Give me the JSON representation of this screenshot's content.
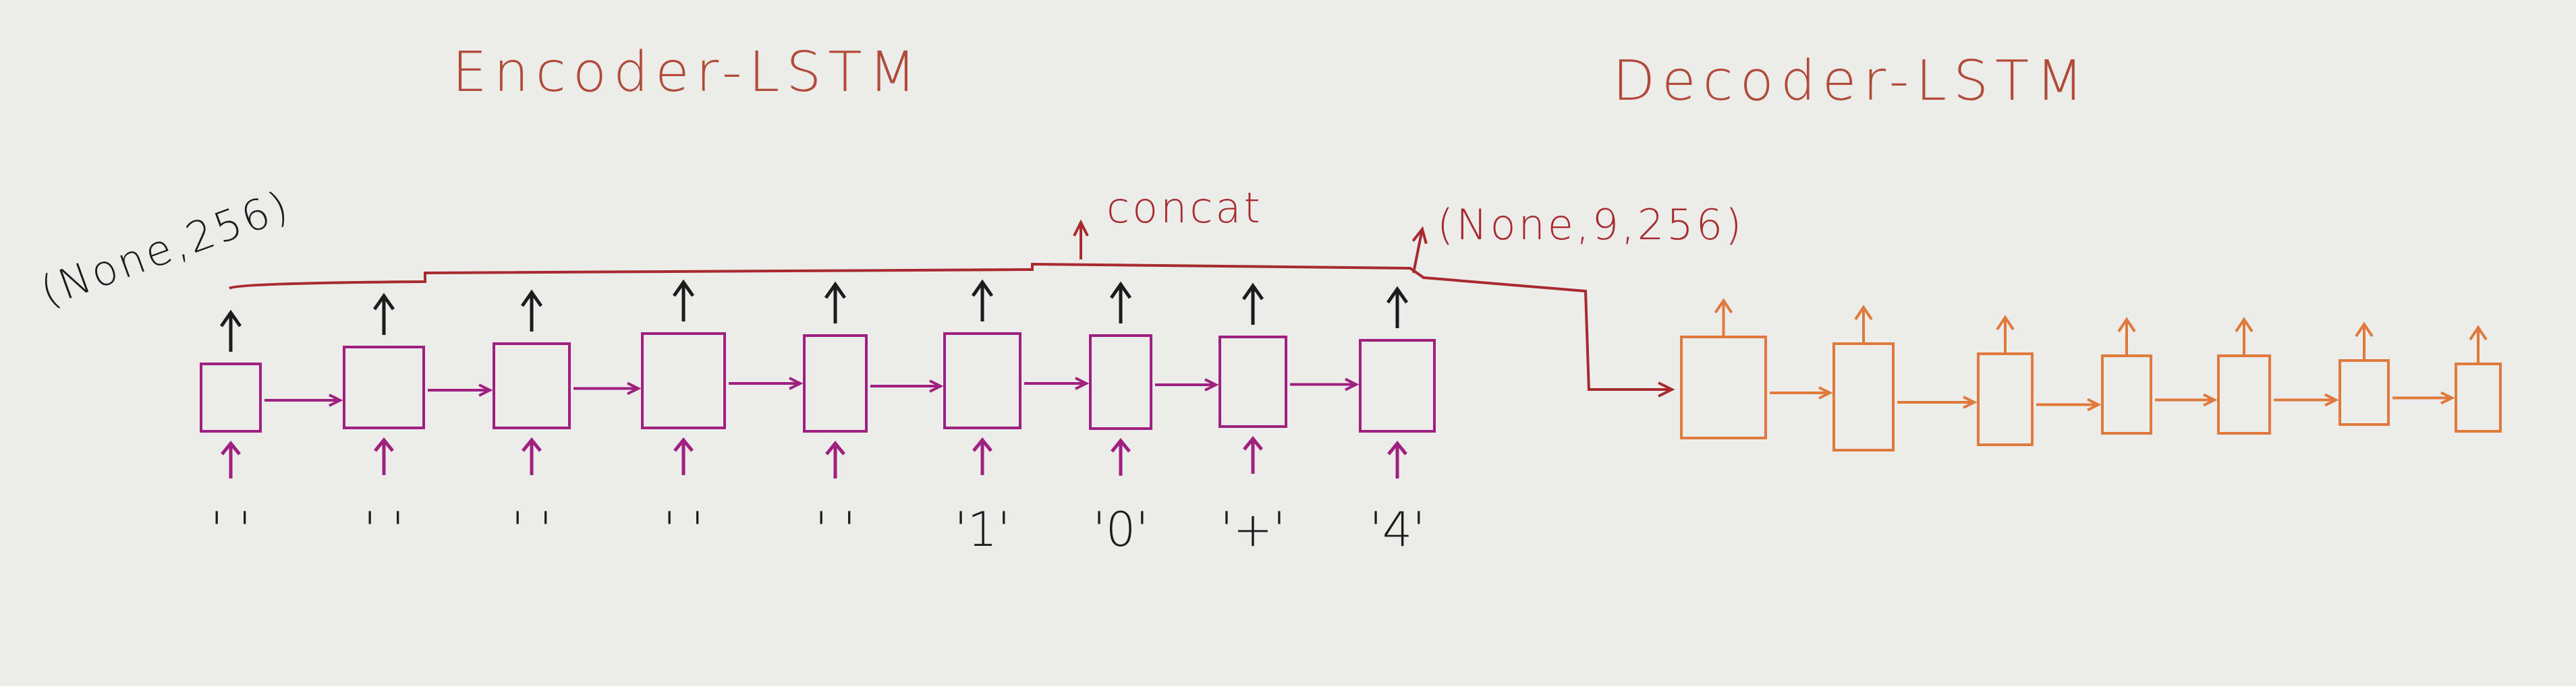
{
  "encoder": {
    "title": "Encoder-LSTM",
    "output_shape_label": "(None,256)",
    "color": "#a0207f",
    "cells": [
      {
        "input": "' '"
      },
      {
        "input": "' '"
      },
      {
        "input": "' '"
      },
      {
        "input": "' '"
      },
      {
        "input": "' '"
      },
      {
        "input": "'1'"
      },
      {
        "input": "'0'"
      },
      {
        "input": "'+'"
      },
      {
        "input": "'4'"
      }
    ]
  },
  "concat": {
    "label": "concat",
    "output_shape_label": "(None,9,256)",
    "color": "#a82a2e"
  },
  "decoder": {
    "title": "Decoder-LSTM",
    "color": "#e07a3c",
    "cell_count": 7
  },
  "colors": {
    "background": "#ececeb",
    "ink_dark": "#1c1c1c"
  }
}
